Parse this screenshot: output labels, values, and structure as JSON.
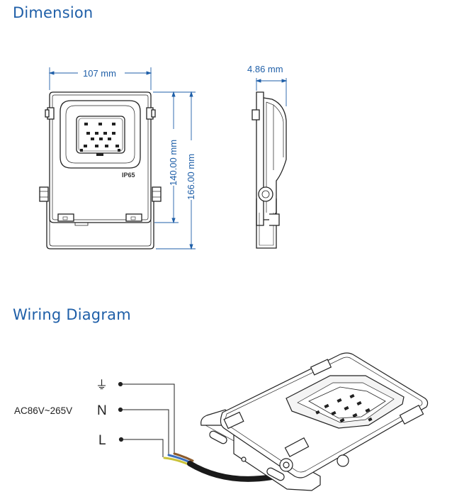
{
  "sections": {
    "dimension_title": "Dimension",
    "wiring_title": "Wiring Diagram"
  },
  "dimensions": {
    "width": "107 mm",
    "depth": "4.86 mm",
    "body_height": "140.00 mm",
    "total_height": "166.00 mm",
    "ip_rating": "IP65"
  },
  "wiring": {
    "voltage": "AC86V~265V",
    "ground_symbol": "⏚",
    "neutral": "N",
    "live": "L"
  },
  "colors": {
    "accent": "#1f5fa8",
    "line": "#222222",
    "dim_line": "#1f5fa8",
    "ground_wire": "#c9c23a",
    "neutral_wire": "#3a6fbf",
    "live_wire": "#8a5a2b"
  }
}
